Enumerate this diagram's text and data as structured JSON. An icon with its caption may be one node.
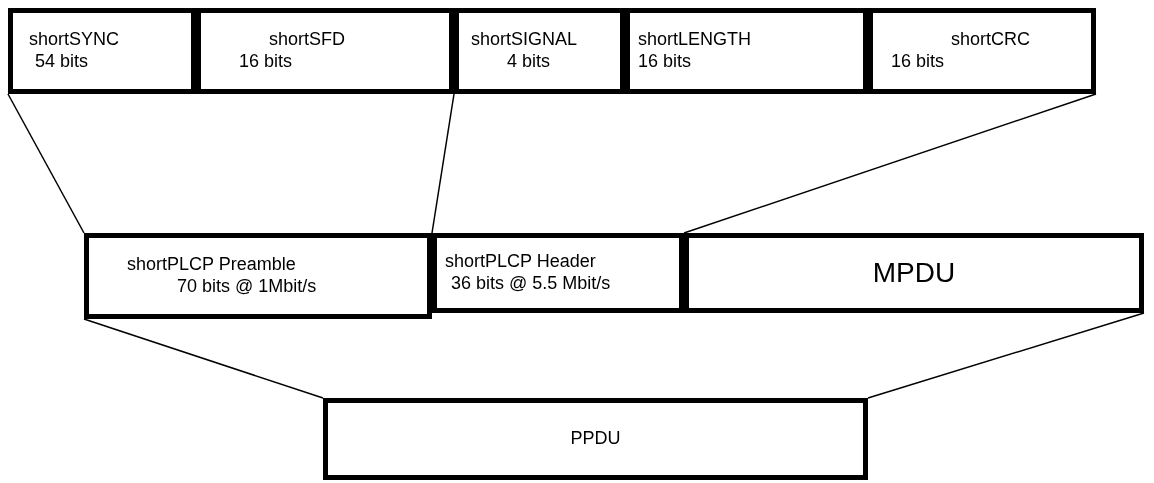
{
  "diagram": {
    "nodes": [
      {
        "text": [
          "shortSYNC",
          "54 bits"
        ]
      },
      {
        "text": [
          "shortSFD",
          "16 bits"
        ]
      },
      {
        "text": [
          "shortSIGNAL",
          "4 bits"
        ]
      },
      {
        "text": [
          "shortLENGTH",
          "16 bits"
        ]
      },
      {
        "text": [
          "shortCRC",
          "16 bits"
        ]
      },
      {
        "text": [
          "shortPLCP Preamble",
          "70 bits @ 1Mbit/s"
        ]
      },
      {
        "text": [
          "shortPLCP Header",
          "36 bits @ 5.5 Mbit/s"
        ]
      },
      {
        "text": [
          "MPDU"
        ]
      },
      {
        "text": [
          "PPDU"
        ]
      }
    ],
    "edges": [
      {
        "from": 5,
        "to": 0,
        "arrow": "none"
      },
      {
        "from": 5,
        "to": 1,
        "arrow": "none"
      },
      {
        "from": 6,
        "to": 4,
        "arrow": "none"
      },
      {
        "from": 8,
        "to": 5,
        "arrow": "none"
      },
      {
        "from": 8,
        "to": 7,
        "arrow": "none"
      }
    ]
  }
}
